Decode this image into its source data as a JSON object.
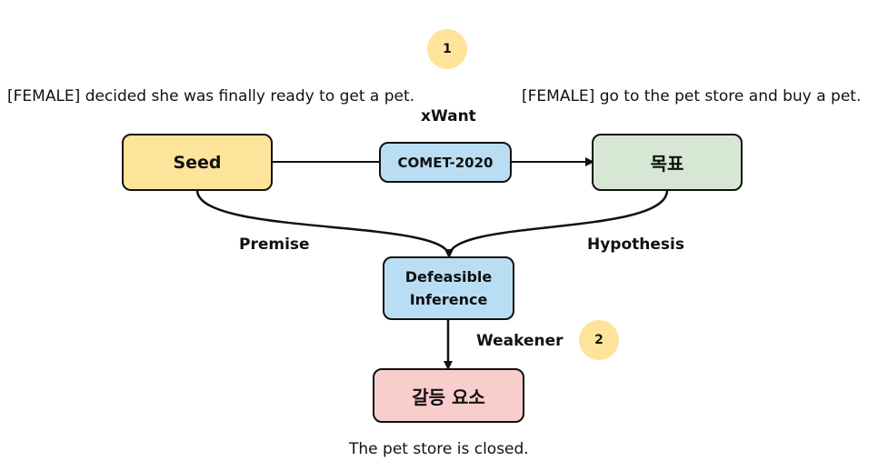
{
  "badges": {
    "one": "1",
    "two": "2"
  },
  "texts": {
    "seed_sentence": "[FEMALE] decided she was finally ready to get a pet.",
    "goal_sentence": "[FEMALE] go to the pet store and buy a pet.",
    "conflict_sentence": "The pet store is closed."
  },
  "nodes": {
    "seed": "Seed",
    "comet": "COMET-2020",
    "goal": "목표",
    "defeasible_line1": "Defeasible",
    "defeasible_line2": "Inference",
    "conflict": "갈등 요소"
  },
  "edge_labels": {
    "xwant": "xWant",
    "premise": "Premise",
    "hypothesis": "Hypothesis",
    "weakener": "Weakener"
  },
  "colors": {
    "seed_fill": "#fde49a",
    "comet_fill": "#b9def3",
    "goal_fill": "#d6e8d4",
    "defeasible_fill": "#b9def3",
    "conflict_fill": "#f8cecc",
    "badge_fill": "#fde49a"
  }
}
